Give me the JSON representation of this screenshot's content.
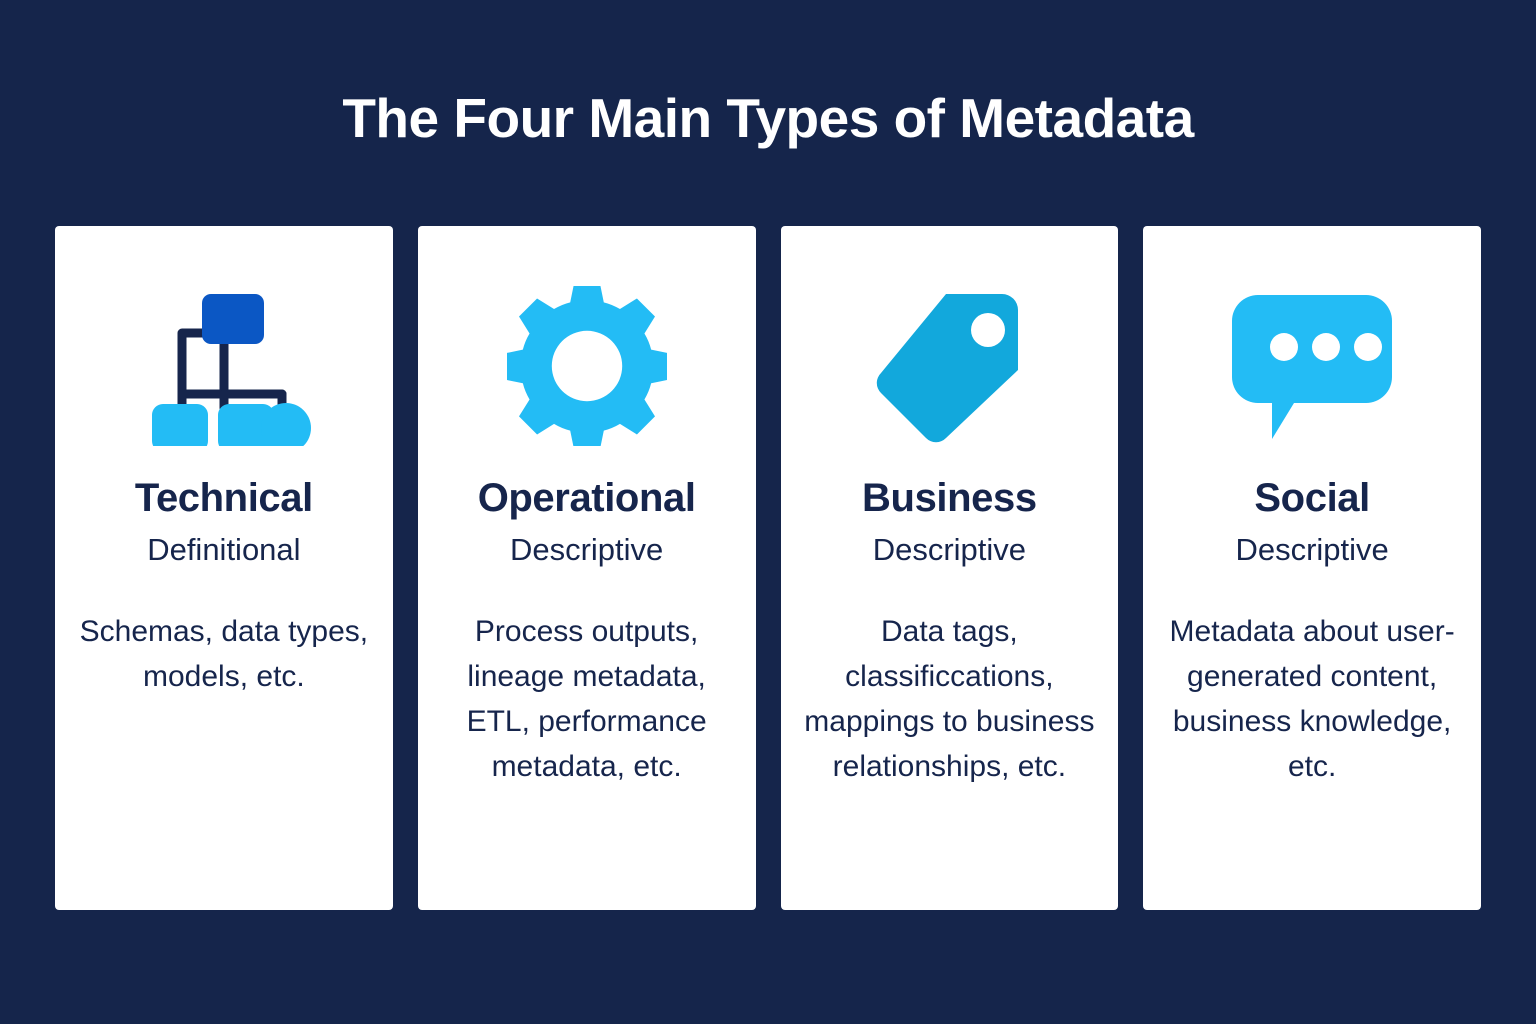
{
  "title": "The Four Main Types of Metadata",
  "colors": {
    "background": "#15254B",
    "card_background": "#FFFFFF",
    "text_dark": "#16254C",
    "title_text": "#FFFFFF",
    "icon_light_blue": "#23BCF5",
    "icon_deep_blue": "#0B57C4",
    "icon_teal_blue": "#12A8DC",
    "connector_navy": "#16254C"
  },
  "cards": [
    {
      "icon": "hierarchy-icon",
      "title": "Technical",
      "subtitle": "Definitional",
      "description": "Schemas, data types, models, etc."
    },
    {
      "icon": "gear-icon",
      "title": "Operational",
      "subtitle": "Descriptive",
      "description": "Process outputs, lineage metadata, ETL, performance metadata, etc."
    },
    {
      "icon": "tag-icon",
      "title": "Business",
      "subtitle": "Descriptive",
      "description": "Data tags, classificcations, mappings to business relationships, etc."
    },
    {
      "icon": "chat-bubble-icon",
      "title": "Social",
      "subtitle": "Descriptive",
      "description": "Metadata about user-generated content, business knowledge, etc."
    }
  ]
}
